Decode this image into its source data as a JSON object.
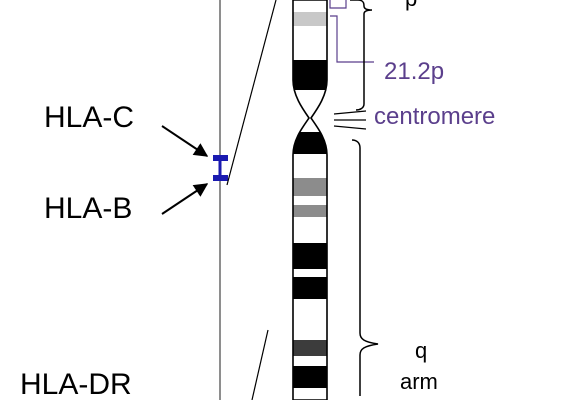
{
  "labels": {
    "hla_c": "HLA-C",
    "hla_b": "HLA-B",
    "hla_dr": "HLA-DR",
    "band_21_2p": "21.2p",
    "centromere": "centromere",
    "p_arm": "p",
    "q_arm_q": "q",
    "q_arm_arm": "arm"
  },
  "colors": {
    "ink": "#000000",
    "band_label": "#5b3f8c",
    "marker": "#1a1ab0",
    "grey_band": "#8c8c8c",
    "light_band": "#c8c8c8",
    "dark_grey_band": "#3c3c3c"
  }
}
